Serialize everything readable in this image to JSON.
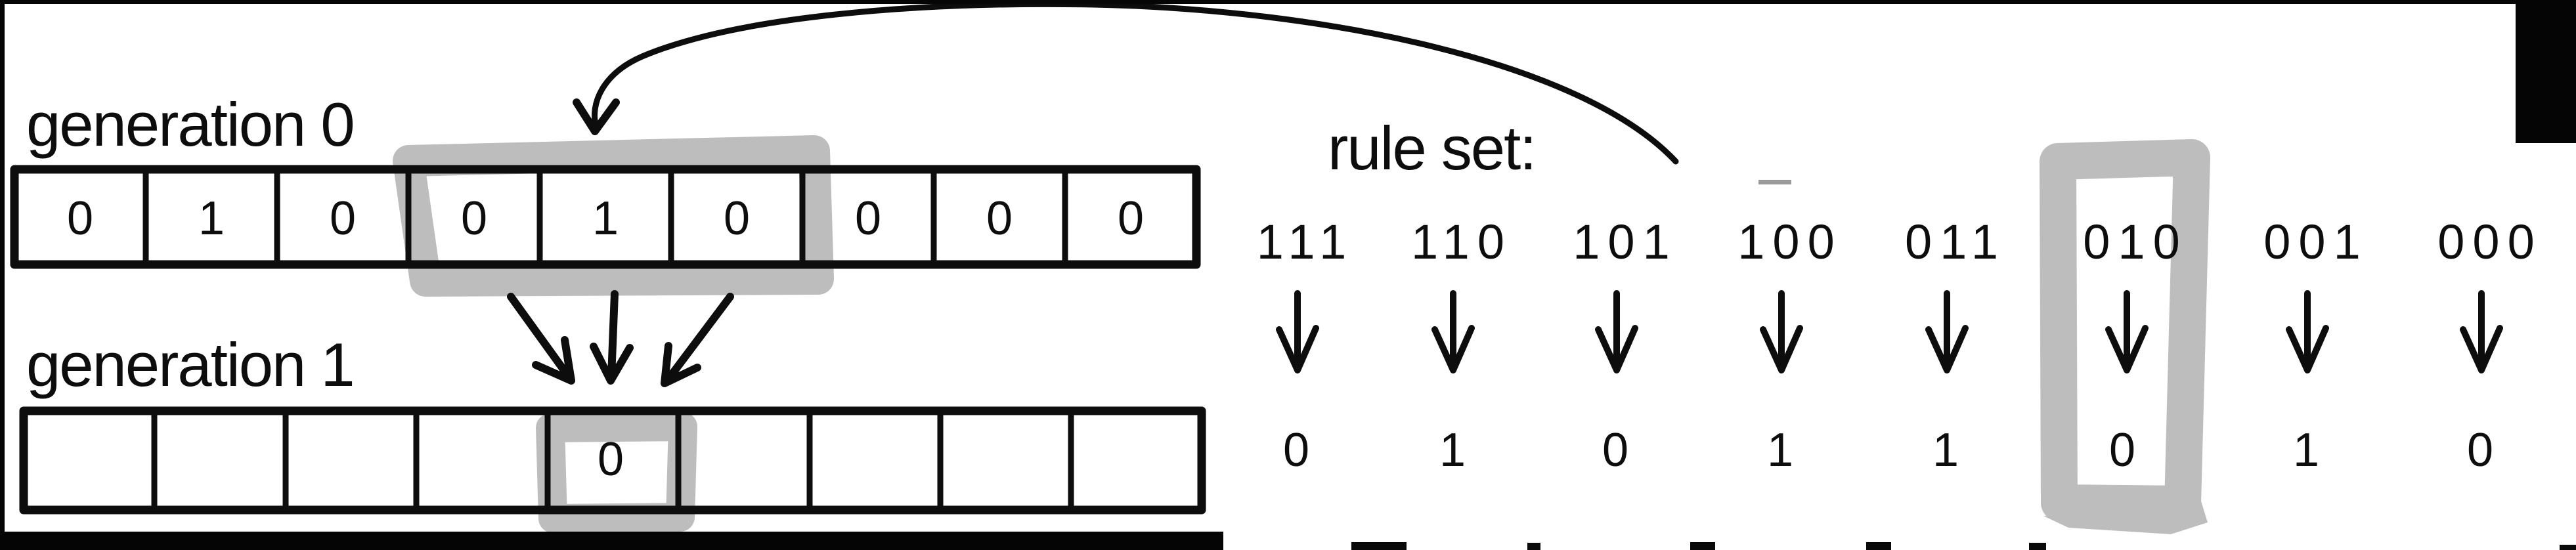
{
  "canvas": {
    "background": "#ffffff",
    "ink_color": "#0d0d0d",
    "highlight_color": "#bdbdbd"
  },
  "generation0": {
    "label": "generation 0",
    "cells": [
      "0",
      "1",
      "0",
      "0",
      "1",
      "0",
      "0",
      "0",
      "0"
    ],
    "highlighted_neighborhood": [
      "0",
      "1",
      "0"
    ]
  },
  "generation1": {
    "label": "generation 1",
    "cells": [
      "",
      "",
      "",
      "",
      "0",
      "",
      "",
      "",
      ""
    ]
  },
  "rule_set": {
    "label": "rule set:",
    "highlighted_rule": "010",
    "rules": [
      {
        "pattern": "111",
        "output": "0"
      },
      {
        "pattern": "110",
        "output": "1"
      },
      {
        "pattern": "101",
        "output": "0"
      },
      {
        "pattern": "100",
        "output": "1"
      },
      {
        "pattern": "011",
        "output": "1"
      },
      {
        "pattern": "010",
        "output": "0"
      },
      {
        "pattern": "001",
        "output": "1"
      },
      {
        "pattern": "000",
        "output": "0"
      }
    ]
  }
}
